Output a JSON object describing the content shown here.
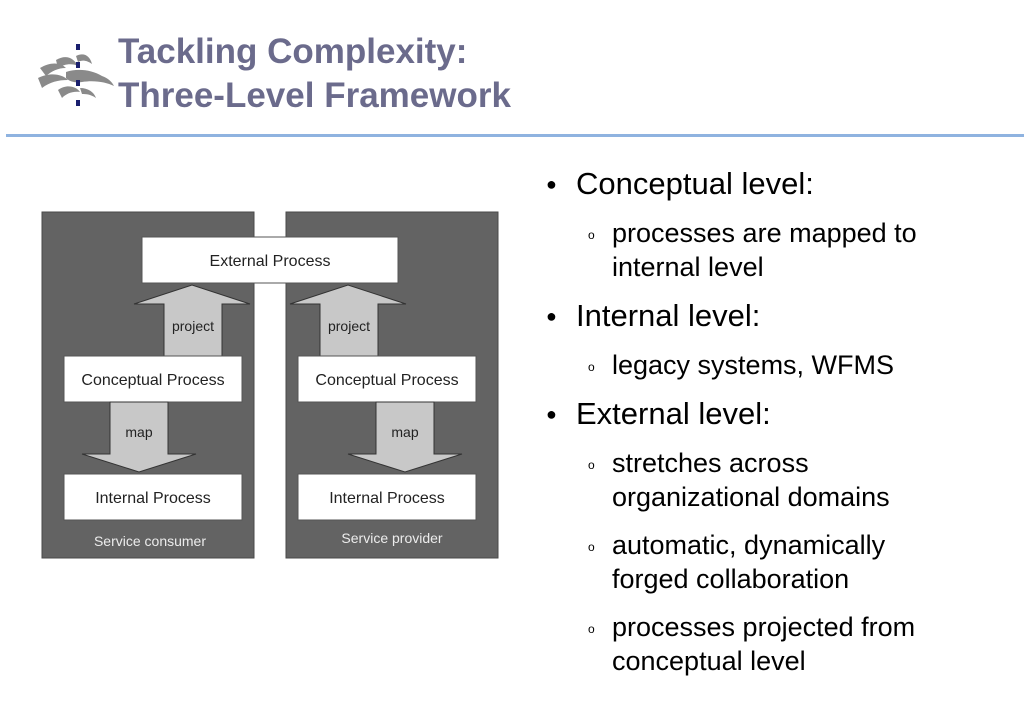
{
  "title": {
    "line1": "Tackling Complexity:",
    "line2": "Three-Level Framework"
  },
  "colors": {
    "title": "#6b6b8c",
    "rule": "#8fb3e0",
    "panel": "#636363",
    "arrow": "#c8c8c8",
    "logo": "#1a1f6e"
  },
  "diagram": {
    "external_process": "External Process",
    "consumer": {
      "project_label": "project",
      "conceptual": "Conceptual Process",
      "map_label": "map",
      "internal": "Internal Process",
      "caption": "Service consumer"
    },
    "provider": {
      "project_label": "project",
      "conceptual": "Conceptual Process",
      "map_label": "map",
      "internal": "Internal Process",
      "caption": "Service provider"
    }
  },
  "bullets": [
    {
      "label": "Conceptual level:",
      "subs": [
        {
          "lines": [
            "processes are mapped to",
            "internal level"
          ]
        }
      ]
    },
    {
      "label": "Internal level:",
      "subs": [
        {
          "lines": [
            "legacy systems, WFMS"
          ]
        }
      ]
    },
    {
      "label": "External level:",
      "subs": [
        {
          "lines": [
            "stretches across",
            "organizational domains"
          ]
        },
        {
          "lines": [
            "automatic, dynamically",
            "forged collaboration"
          ]
        },
        {
          "lines": [
            "processes projected from",
            "conceptual level"
          ]
        }
      ]
    }
  ]
}
